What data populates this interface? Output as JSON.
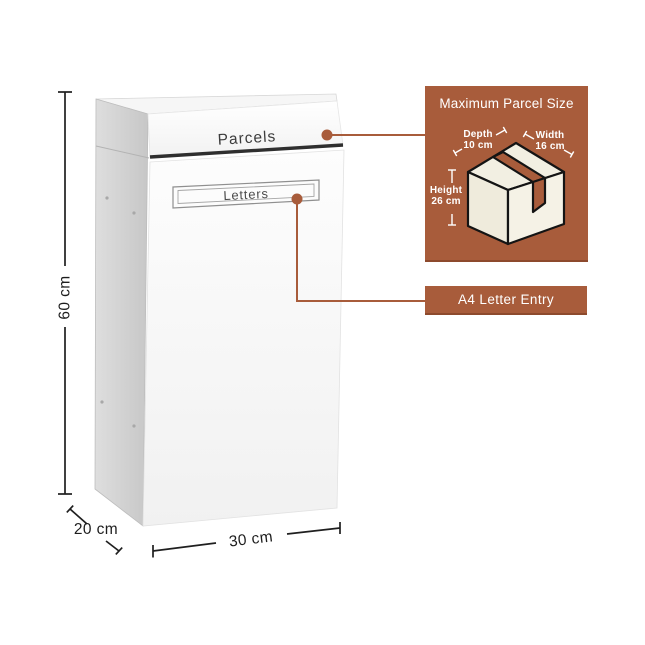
{
  "colors": {
    "accent": "#A85C3B",
    "accent_dark": "#8F4A2C",
    "outline": "#1F1F1F",
    "carton_fill": "#F2EFE2"
  },
  "mailbox": {
    "parcel_flap_label": "Parcels",
    "letter_slot_label": "Letters"
  },
  "dimensions": {
    "height": "60 cm",
    "depth": "20 cm",
    "width": "30 cm"
  },
  "max_parcel_panel": {
    "title": "Maximum Parcel Size",
    "depth": {
      "label": "Depth",
      "value": "10 cm"
    },
    "width": {
      "label": "Width",
      "value": "16 cm"
    },
    "height": {
      "label": "Height",
      "value": "26 cm"
    }
  },
  "callouts": {
    "letter_entry_label": "A4 Letter Entry"
  }
}
